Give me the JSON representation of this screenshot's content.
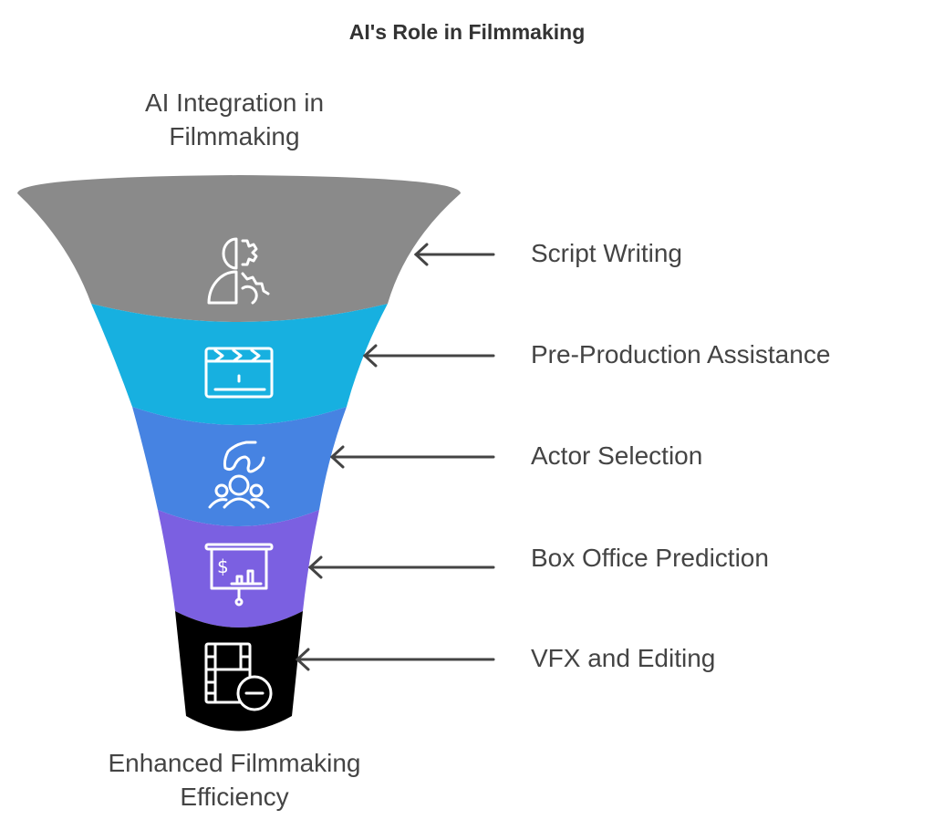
{
  "title": "AI's Role in Filmmaking",
  "top_label": [
    "AI Integration in",
    "Filmmaking"
  ],
  "bottom_label": [
    "Enhanced Filmmaking",
    "Efficiency"
  ],
  "stages": [
    {
      "label": "Script Writing",
      "color": "#8a8a8a",
      "icon": "person-gear-icon"
    },
    {
      "label": "Pre-Production Assistance",
      "color": "#17b0e0",
      "icon": "clapperboard-icon"
    },
    {
      "label": "Actor Selection",
      "color": "#4683e2",
      "icon": "hand-picking-people-icon"
    },
    {
      "label": "Box Office Prediction",
      "color": "#7b60e1",
      "icon": "presentation-dollar-chart-icon"
    },
    {
      "label": "VFX and Editing",
      "color": "#000000",
      "icon": "film-minus-icon"
    }
  ]
}
